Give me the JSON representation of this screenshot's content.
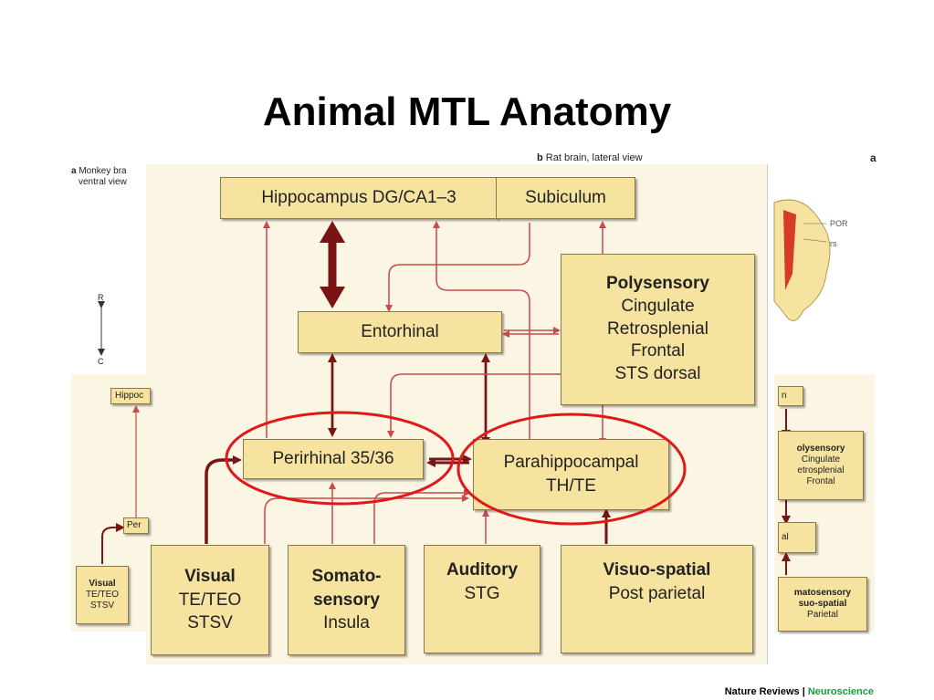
{
  "title": "Animal MTL Anatomy",
  "panel_a_label": "a",
  "panel_a_caption_line1": "Monkey bra",
  "panel_a_caption_line2": "ventral view",
  "panel_b_label": "b",
  "panel_b_caption": "Rat brain, lateral view",
  "panel_c_label": "a",
  "axis_r": "R",
  "axis_c": "C",
  "right_labels": {
    "por": "POR",
    "rs": "rs"
  },
  "nodes": {
    "hippocampus": "Hippocampus DG/CA1–3",
    "subiculum": "Subiculum",
    "entorhinal": "Entorhinal",
    "polysensory": {
      "title": "Polysensory",
      "lines": [
        "Cingulate",
        "Retrosplenial",
        "Frontal",
        "STS dorsal"
      ]
    },
    "perirhinal": "Perirhinal 35/36",
    "parahippocampal": {
      "line1": "Parahippocampal",
      "line2": "TH/TE"
    },
    "visual": {
      "title": "Visual",
      "lines": [
        "TE/TEO",
        "STSV"
      ]
    },
    "somatosensory": {
      "title1": "Somato-",
      "title2": "sensory",
      "line": "Insula"
    },
    "auditory": {
      "title": "Auditory",
      "line": "STG"
    },
    "visuospatial": {
      "title": "Visuo-spatial",
      "line": "Post parietal"
    }
  },
  "left_fragment": {
    "hippo": "Hippoc",
    "peri": "Per",
    "visual_title": "Visual",
    "visual_l1": "TE/TEO",
    "visual_l2": "STSV"
  },
  "right_fragment": {
    "top": "n",
    "poly_title": "olysensory",
    "poly_l1": "Cingulate",
    "poly_l2": "etrosplenial",
    "poly_l3": "Frontal",
    "mid": "al",
    "somato1": "matosensory",
    "somato2": "suo-spatial",
    "parietal": "Parietal"
  },
  "footer": {
    "left": "Nature Reviews | ",
    "right": "Neuroscience"
  },
  "colors": {
    "box_fill": "#f6e3a0",
    "arrow_dark": "#7a1414",
    "arrow_light": "#c84a4a",
    "circle": "#e01818",
    "panel_bg": "#fbf5e4"
  }
}
